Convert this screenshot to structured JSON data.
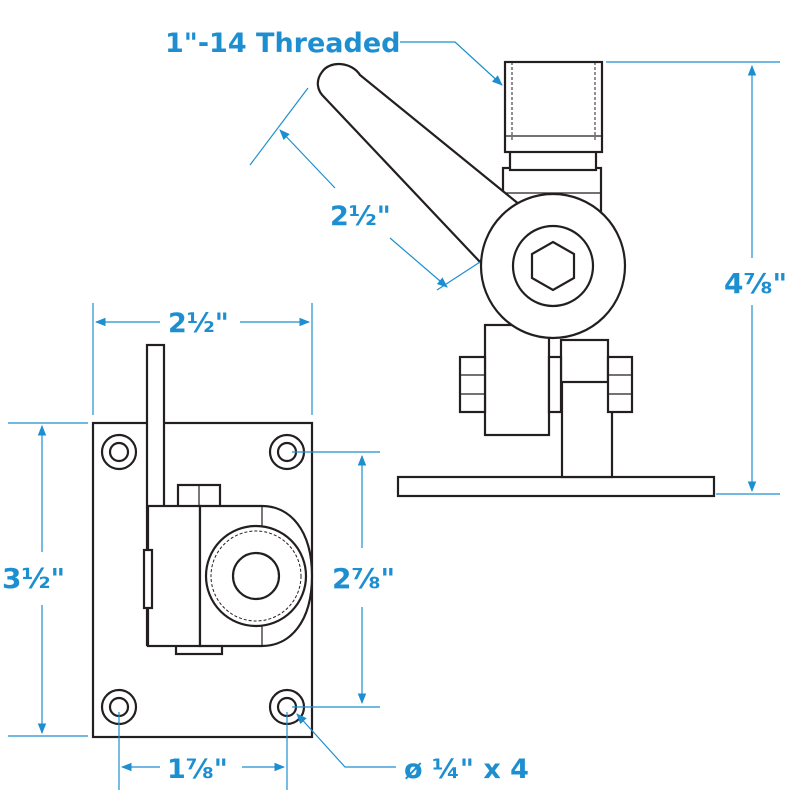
{
  "labels": {
    "thread": "1\"-14 Threaded",
    "arm_length": "2½\"",
    "height": "4⅞\"",
    "base_width": "2½\"",
    "base_height": "3½\"",
    "hole_spacing_v": "2⅞\"",
    "hole_spacing_h": "1⅞\"",
    "hole_dia": "ø ¼\" x 4"
  },
  "colors": {
    "dimension": "#1d8fd0",
    "line": "#231f20"
  }
}
